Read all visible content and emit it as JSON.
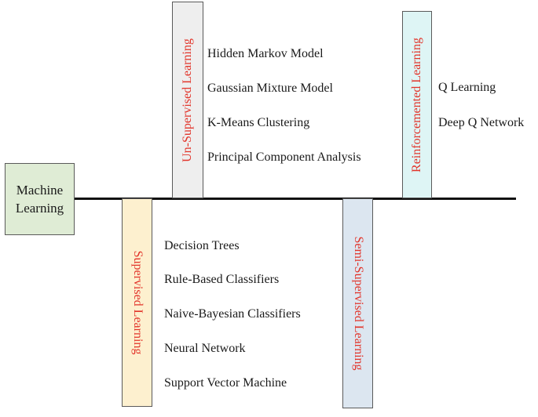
{
  "root": {
    "line1": "Machine",
    "line2": "Learning"
  },
  "categories": {
    "unsupervised": {
      "label": "Un-Supervised Learning",
      "items": [
        "Hidden Markov Model",
        "Gaussian Mixture Model",
        "K-Means Clustering",
        "Principal Component Analysis"
      ]
    },
    "reinforcement": {
      "label": "Reinforcemented Learning",
      "items": [
        "Q Learning",
        "Deep Q Network"
      ]
    },
    "supervised": {
      "label": "Supervised Learning",
      "items": [
        "Decision Trees",
        "Rule-Based Classifiers",
        "Naive-Bayesian Classifiers",
        "Neural Network",
        "Support Vector Machine"
      ]
    },
    "semi_supervised": {
      "label": "Semi-Supervised Learning",
      "items": []
    }
  },
  "colors": {
    "label_text": "#e2342a",
    "root_fill": "#dfecd5",
    "unsupervised_fill": "#eeeeee",
    "reinforcement_fill": "#def5f5",
    "supervised_fill": "#fdf0cf",
    "semi_supervised_fill": "#dce6f0"
  }
}
